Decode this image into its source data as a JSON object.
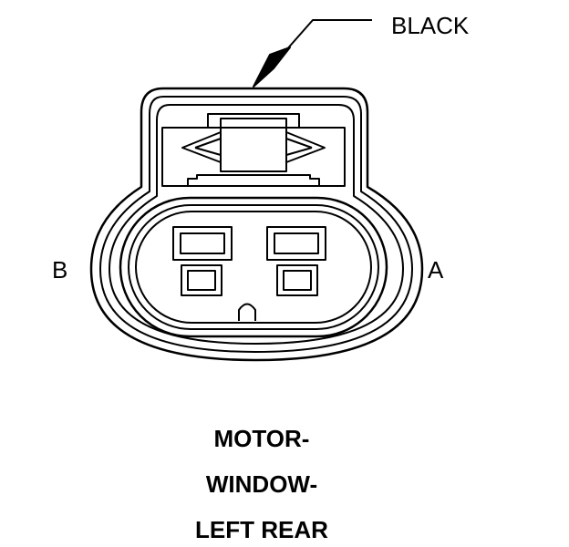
{
  "color_label": "BLACK",
  "pins": {
    "left": "B",
    "right": "A"
  },
  "title_lines": [
    "MOTOR-",
    "WINDOW-",
    "LEFT REAR"
  ],
  "colors": {
    "ink": "#000000",
    "paper": "#ffffff"
  }
}
